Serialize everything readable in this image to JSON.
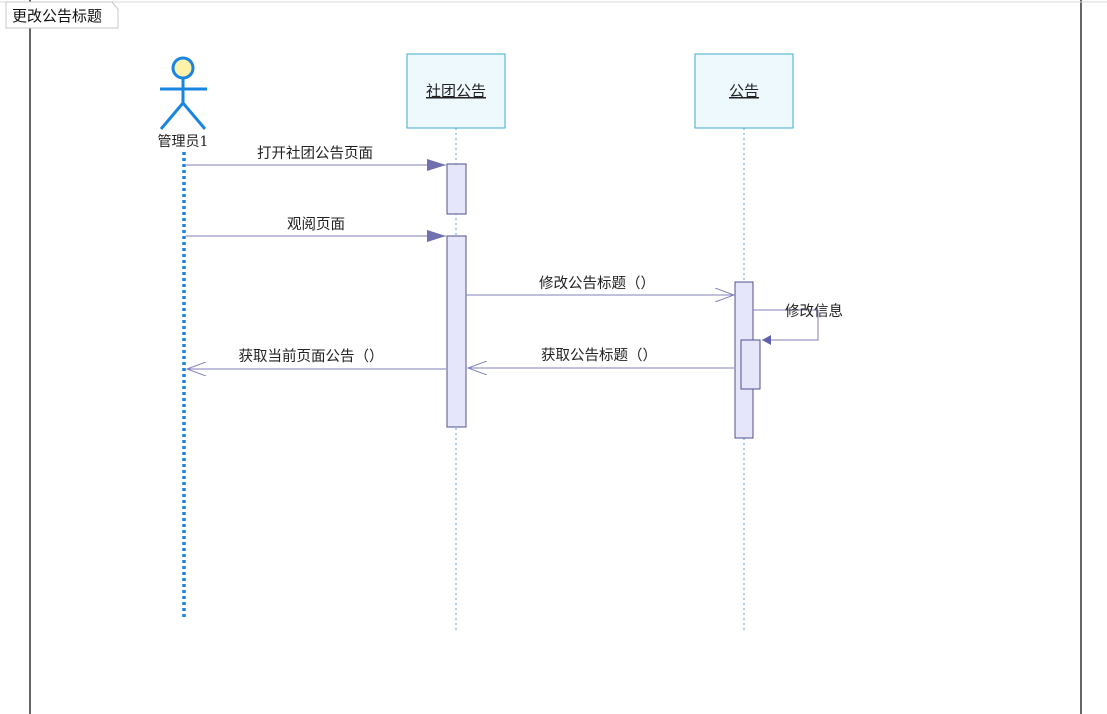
{
  "frame": {
    "title": "更改公告标题"
  },
  "actor": {
    "name": "管理员1",
    "icon": "stick-figure-icon",
    "color": "#1a85e0"
  },
  "objects": {
    "club_notice": "社团公告",
    "notice": "公告"
  },
  "messages": {
    "open_page": "打开社团公告页面",
    "view_page": "观阅页面",
    "modify_title": "修改公告标题（）",
    "modify_info": "修改信息",
    "get_title": "获取公告标题（）",
    "get_current": "获取当前页面公告（）"
  },
  "colors": {
    "object_fill": "#eef9fd",
    "object_stroke": "#5fb8d8",
    "activation_fill": "#e6e6fb",
    "activation_stroke": "#50508f",
    "message_line": "#8080b8",
    "lifeline": "#5aa6d8"
  }
}
